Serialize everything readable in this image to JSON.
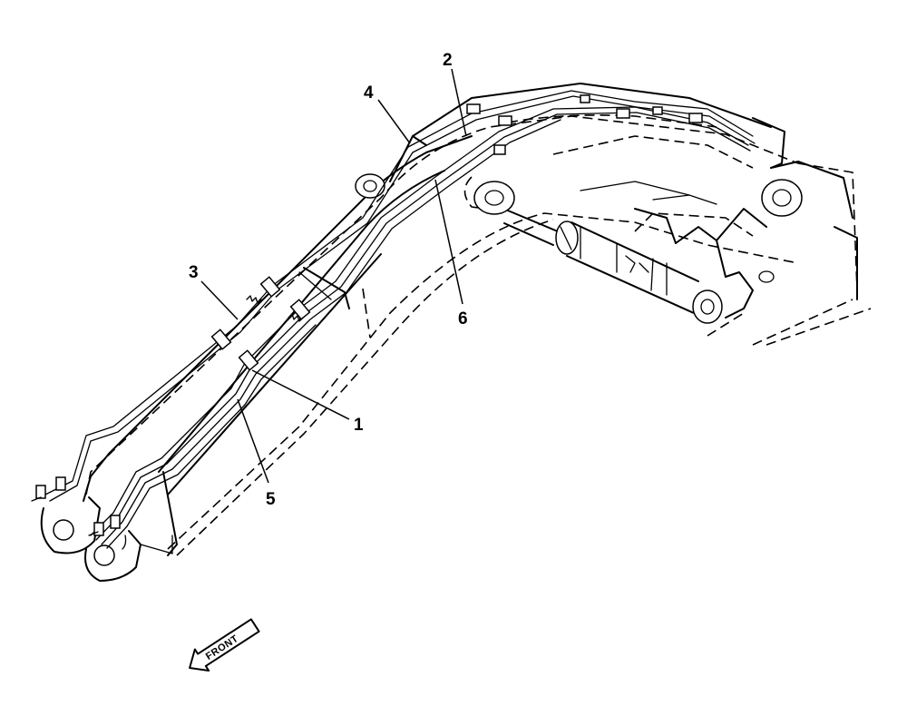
{
  "diagram": {
    "callouts": [
      {
        "id": "1",
        "label": "1"
      },
      {
        "id": "2",
        "label": "2"
      },
      {
        "id": "3",
        "label": "3"
      },
      {
        "id": "4",
        "label": "4"
      },
      {
        "id": "5",
        "label": "5"
      },
      {
        "id": "6",
        "label": "6"
      }
    ],
    "direction_arrow": {
      "label": "FRONT"
    }
  }
}
